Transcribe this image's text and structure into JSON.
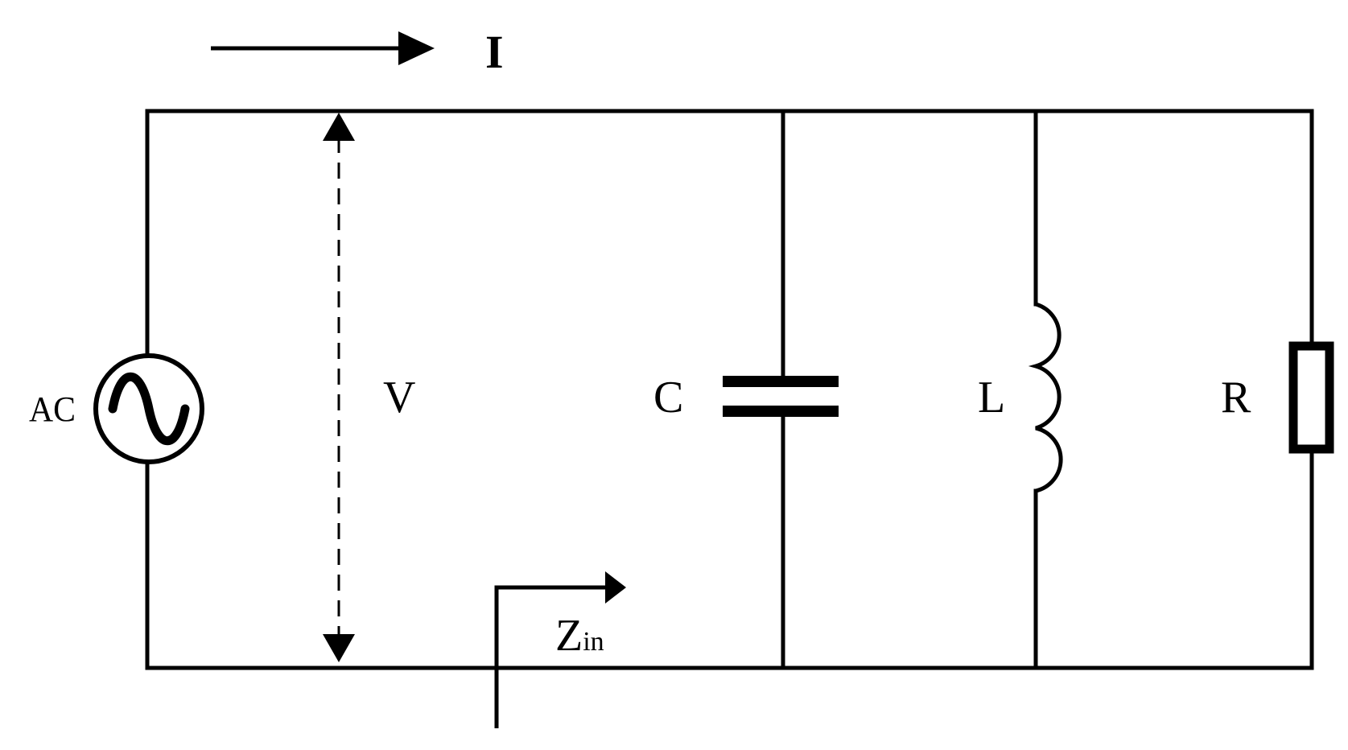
{
  "diagram": {
    "current_label": "I",
    "voltage_label": "V",
    "source_label": "AC",
    "capacitor_label": "C",
    "inductor_label": "L",
    "resistor_label": "R",
    "impedance_label_main": "Z",
    "impedance_label_sub": "in"
  }
}
